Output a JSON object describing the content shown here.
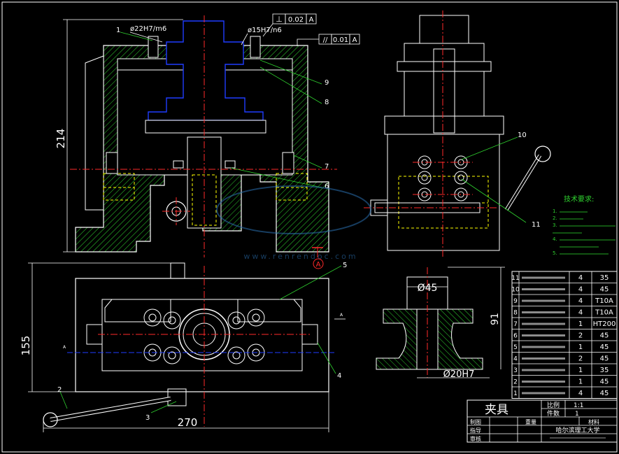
{
  "colors": {
    "background": "#000000",
    "outline": "#ffffff",
    "hatch": "#2fd12f",
    "center_line": "#ff2a2a",
    "hidden_line": "#ffff00",
    "blue_part": "#1f3cff",
    "leader": "#2fd12f",
    "dimension": "#ffffff",
    "notes": "#2fd12f",
    "watermark": "#2a6fb0"
  },
  "front_view": {
    "dims": {
      "height": "214",
      "fit_top_left": "ø22H7/m6",
      "fit_top_right": "ø15H7/n6",
      "tol_perp_symbol": "⊥",
      "tol_perp_value": "0.02",
      "tol_perp_datum": "A",
      "tol_par_symbol": "//",
      "tol_par_value": "0.01",
      "tol_par_datum": "A",
      "datum_mark": "A"
    },
    "balloons": [
      "1",
      "9",
      "8",
      "7",
      "6"
    ]
  },
  "side_view": {
    "balloons": [
      "10",
      "11"
    ]
  },
  "top_view": {
    "dims": {
      "height": "155",
      "width": "270"
    },
    "balloons": [
      "5",
      "4",
      "2",
      "3"
    ],
    "section_marks": [
      "A",
      "A"
    ]
  },
  "detail_view": {
    "dims": {
      "top_diameter": "Ø45",
      "bottom_diameter": "Ø20H7",
      "height": "91"
    }
  },
  "tech_requirements": {
    "title": "技术要求:",
    "items": [
      "1.",
      "2.",
      "3.",
      "4.",
      "5."
    ]
  },
  "watermark": {
    "text": "www.renrendoc.com"
  },
  "bom": [
    {
      "no": "11",
      "std": "",
      "name": "",
      "qty": "4",
      "material": "35"
    },
    {
      "no": "10",
      "std": "",
      "name": "",
      "qty": "4",
      "material": "45"
    },
    {
      "no": "9",
      "std": "",
      "name": "",
      "qty": "4",
      "material": "T10A"
    },
    {
      "no": "8",
      "std": "",
      "name": "",
      "qty": "4",
      "material": "T10A"
    },
    {
      "no": "7",
      "std": "",
      "name": "",
      "qty": "1",
      "material": "HT200"
    },
    {
      "no": "6",
      "std": "",
      "name": "",
      "qty": "2",
      "material": "45"
    },
    {
      "no": "5",
      "std": "",
      "name": "",
      "qty": "1",
      "material": "45"
    },
    {
      "no": "4",
      "std": "",
      "name": "",
      "qty": "2",
      "material": "45"
    },
    {
      "no": "3",
      "std": "",
      "name": "",
      "qty": "1",
      "material": "35"
    },
    {
      "no": "2",
      "std": "",
      "name": "",
      "qty": "1",
      "material": "45"
    },
    {
      "no": "1",
      "std": "",
      "name": "",
      "qty": "4",
      "material": "45"
    }
  ],
  "title_block": {
    "title": "夹具",
    "scale_label": "比例",
    "scale_value": "1:1",
    "qty_label": "件数",
    "qty_value": "1",
    "weight_label": "重量",
    "material_label": "材料",
    "drawn_label": "制图",
    "check_label": "指导",
    "approve_label": "审核",
    "school": "哈尔滨理工大学"
  }
}
